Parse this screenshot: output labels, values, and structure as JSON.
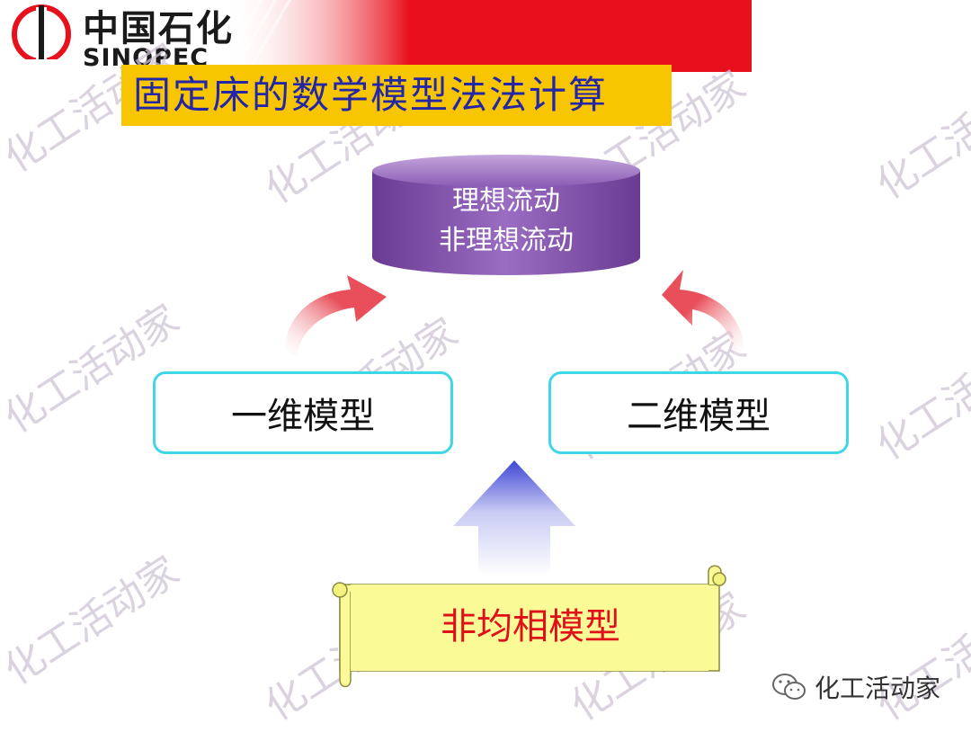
{
  "header": {
    "logo_cn": "中国石化",
    "logo_en": "SINOPEC",
    "logo_mark_lines": [
      "中国石化",
      "SINOPEC"
    ]
  },
  "title": "固定床的数学模型法法计算",
  "cylinder": {
    "line1": "理想流动",
    "line2": "非理想流动"
  },
  "models": {
    "one_d": "一维模型",
    "two_d": "二维模型"
  },
  "base": {
    "label": "非均相模型"
  },
  "watermark": {
    "text": "化工活动家"
  },
  "footer": {
    "text": "化工活动家",
    "icon": "wechat-icon"
  },
  "colors": {
    "header_red": "#e8101c",
    "title_bg": "#f7c600",
    "title_text": "#2426a8",
    "cylinder": "#7b4aa0",
    "box_border": "#3fd6e6",
    "curved_arrow": "#e84f5a",
    "up_arrow": "#4a52d8",
    "scroll_fill": "#fafa96",
    "base_text": "#e0101a"
  }
}
